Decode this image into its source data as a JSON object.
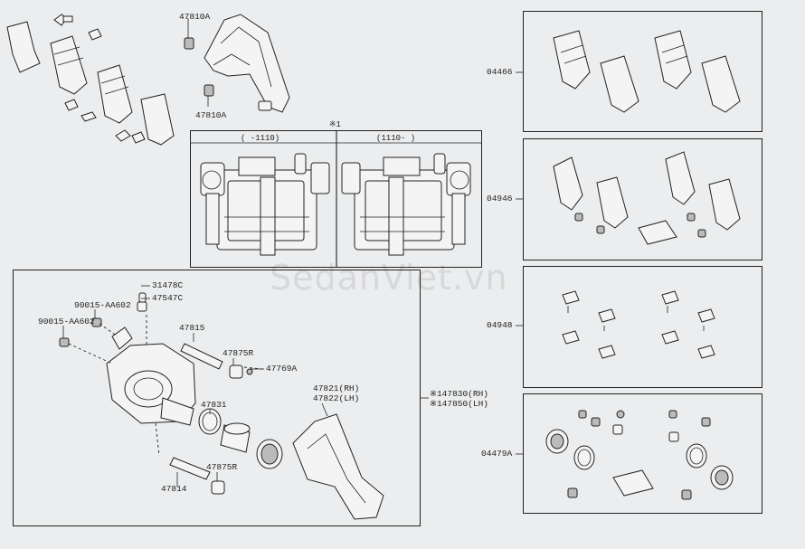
{
  "watermark": "SedanViet.vn",
  "inset": {
    "note": "※1",
    "left_header": "(    -1110)",
    "right_header": "(1110-      )"
  },
  "parts": {
    "p47810a_top": "47810A",
    "p47810a_bottom": "47810A",
    "p31478c": "31478C",
    "p47547c": "47547C",
    "p90015_1": "90015-AA602",
    "p90015_2": "90015-AA602",
    "p47815": "47815",
    "p47875r_1": "47875R",
    "p47769a": "47769A",
    "p47821": "47821(RH)",
    "p47822": "47822(LH)",
    "p47830": "※147830(RH)",
    "p47850": "※147850(LH)",
    "p47831": "47831",
    "p47814": "47814",
    "p47875r_2": "47875R",
    "k04466": "04466",
    "k04946": "04946",
    "k04948": "04948",
    "k04479a": "04479A"
  }
}
